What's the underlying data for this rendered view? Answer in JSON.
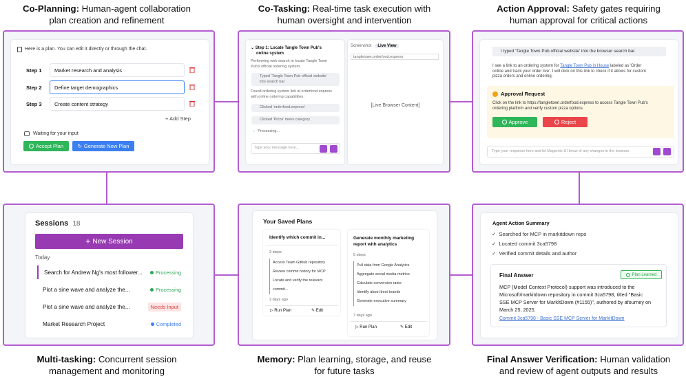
{
  "captions": {
    "coplanning": {
      "bold": "Co-Planning:",
      "line1": "Human-agent collaboration",
      "line2": "plan creation and refinement"
    },
    "cotasking": {
      "bold": "Co-Tasking:",
      "line1": "Real-time task execution with",
      "line2": "human oversight and intervention"
    },
    "approval": {
      "bold": "Action Approval:",
      "line1": "Safety gates requiring",
      "line2": "human approval for critical actions"
    },
    "multitasking": {
      "bold": "Multi-tasking:",
      "line1": "Concurrent session",
      "line2": "management and monitoring"
    },
    "memory": {
      "bold": "Memory:",
      "line1": "Plan learning, storage, and reuse",
      "line2": "for future tasks"
    },
    "verification": {
      "bold": "Final Answer Verification:",
      "line1": "Human validation",
      "line2": "and review of agent outputs and results"
    }
  },
  "coplanning": {
    "intro": "Here is a plan. You can edit it directly or through the chat.",
    "steps": [
      {
        "label": "Step 1",
        "text": "Market research and analysis"
      },
      {
        "label": "Step 2",
        "text": "Define target demographics"
      },
      {
        "label": "Step 3",
        "text": "Create content strategy"
      }
    ],
    "add_step": "+ Add Step",
    "waiting": "Waiting for your input",
    "accept": "Accept Plan",
    "generate": "Generate New Plan"
  },
  "cotasking": {
    "step_title_1": "Step 1: Locate Tangle Town Pub's",
    "step_title_2": "online system",
    "desc_1": "Performing web search to locate Tangle Town",
    "desc_2": "Pub's official ordering system.",
    "typed_1": "Typed 'Tangle Town Pub official website'",
    "typed_2": "into search bar",
    "found_1": "Found ordering system link at orderfood.express",
    "found_2": "with online ordering capabilities.",
    "clicked_1": "Clicked 'orderfood.express'",
    "clicked_2": "Clicked 'Pizza' menu category",
    "processing": "Processing...",
    "input_placeholder": "Type your message here...",
    "tab_screenshot": "Screenshot",
    "tab_live": "Live View",
    "url": "tangletown.orderfood.express",
    "browser_content": "[Live Browser Content]"
  },
  "approval": {
    "typed": "I typed 'Tangle Town Pub official website' into the browser search bar.",
    "msg_1a": "I see a link to an ordering system for ",
    "msg_link": "Tangle Town Pub in House",
    "msg_1b": " labeled as 'Order",
    "msg_2": "online and track your order live'. I will click on this link to check if it allows for custom",
    "msg_3": "pizza orders and online ordering.",
    "request_title": "Approval Request",
    "request_1": "Click on the link to https://tangletown.orderfood.express to access Tangle Town Pub's",
    "request_2": "ordering platform and verify custom pizza options.",
    "approve": "Approve",
    "reject": "Reject",
    "input_placeholder": "Type your response here and let Magentic-UI know of any changes in the browser."
  },
  "multitasking": {
    "title": "Sessions",
    "count": "18",
    "new_session": "New Session",
    "group": "Today",
    "sessions": [
      {
        "name": "Search for Andrew Ng's most follower...",
        "status": "Processing"
      },
      {
        "name": "Plot a sine wave and analyze the...",
        "status": "Processing"
      },
      {
        "name": "Plot a sine wave and analyze the...",
        "status": "Needs Input"
      },
      {
        "name": "Market Research Project",
        "status": "Completed"
      }
    ]
  },
  "memory": {
    "title": "Your Saved Plans",
    "plans": [
      {
        "title_1": "Identify which commit in...",
        "title_2": "",
        "steps_count": "3 steps",
        "steps": [
          "Access Team Github repository",
          "Review commit history for MCP",
          "Locate and verify the relevant commit..."
        ],
        "age": "2 days ago"
      },
      {
        "title_1": "Generate monthly marketing",
        "title_2": "report with analytics",
        "steps_count": "5 steps",
        "steps": [
          "Pull data from Google Analytics",
          "Aggregate social media metrics",
          "Calculate conversion rates",
          "Identify about best brands",
          "Generate executive summary"
        ],
        "age": "7 days ago"
      }
    ],
    "run": "Run Plan",
    "edit": "Edit"
  },
  "verification": {
    "title": "Agent Action Summary",
    "actions": [
      "Searched for MCP in markitdown repo",
      "Located commit 3ca5798",
      "Verified commit details and author"
    ],
    "final_title": "Final Answer",
    "learned": "Plan Learned",
    "answer_1": "MCP (Model Context Protocol) support was introduced to the",
    "answer_2": "Microsoft/markitdown repository in commit 3ca5798, titled \"Basic",
    "answer_3": "SSE MCP Server for MarkItDown (#1155)\", authored by afourney on",
    "answer_4": "March 25, 2025.",
    "link": "Commit 3ca5798 - Basic SSE MCP Server for MarkItDown"
  }
}
